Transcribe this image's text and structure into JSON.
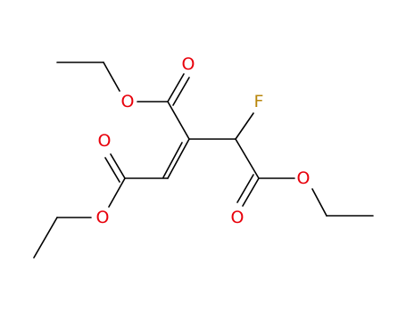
{
  "atoms": [
    {
      "id": "O1",
      "label": "O",
      "color": "#e8000b"
    },
    {
      "id": "O2",
      "label": "O",
      "color": "#e8000b"
    },
    {
      "id": "F",
      "label": "F",
      "color": "#b8860b"
    },
    {
      "id": "O3",
      "label": "O",
      "color": "#e8000b"
    },
    {
      "id": "O4",
      "label": "O",
      "color": "#e8000b"
    },
    {
      "id": "O5",
      "label": "O",
      "color": "#e8000b"
    },
    {
      "id": "O6",
      "label": "O",
      "color": "#e8000b"
    }
  ]
}
